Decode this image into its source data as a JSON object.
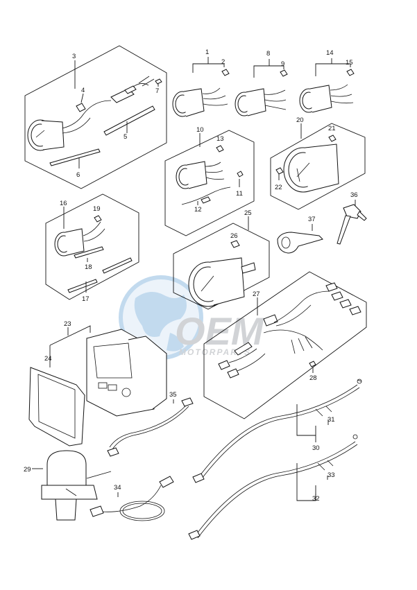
{
  "labels": {
    "l1": "1",
    "l2": "2",
    "l3": "3",
    "l4": "4",
    "l5": "5",
    "l6": "6",
    "l7": "7",
    "l8": "8",
    "l9": "9",
    "l10": "10",
    "l11": "11",
    "l12": "12",
    "l13": "13",
    "l14": "14",
    "l15": "15",
    "l16": "16",
    "l17": "17",
    "l18": "18",
    "l19": "19",
    "l20": "20",
    "l21": "21",
    "l22": "22",
    "l23": "23",
    "l24": "24",
    "l25": "25",
    "l26": "26",
    "l27": "27",
    "l28": "28",
    "l29": "29",
    "l30": "30",
    "l31": "31",
    "l32": "32",
    "l33": "33",
    "l34": "34",
    "l35": "35",
    "l36": "36",
    "l37": "37"
  },
  "watermark": {
    "brand": "OEM",
    "tagline": "MOTORPARTS",
    "colors": {
      "globe": "#b8d4ec",
      "text": "#c9ccd0",
      "accent": "#e9f2fa"
    }
  }
}
